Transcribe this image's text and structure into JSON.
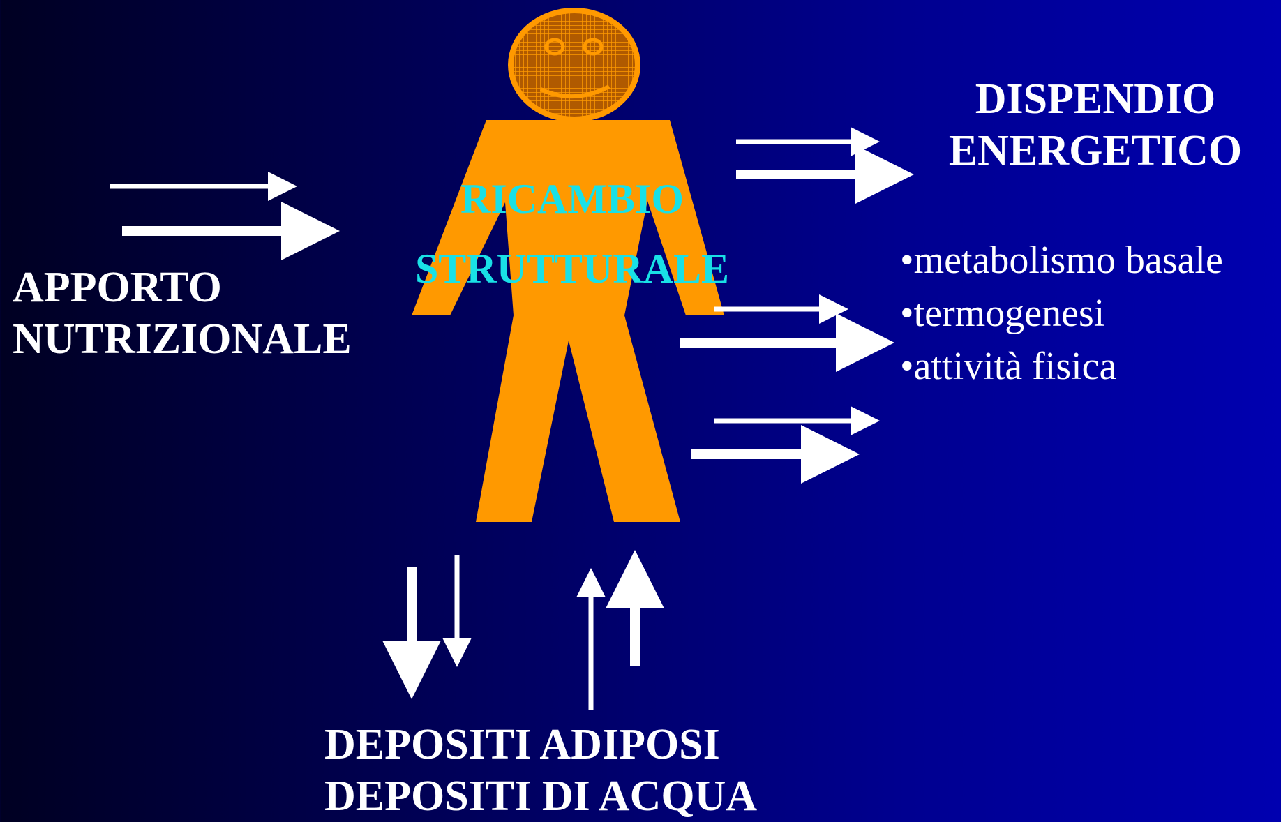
{
  "labels": {
    "input_line1": "APPORTO",
    "input_line2": "NUTRIZIONALE",
    "output_line1": "DISPENDIO",
    "output_line2": "ENERGETICO",
    "center_line1": "RICAMBIO",
    "center_line2": "STRUTTURALE",
    "storage_line1": "DEPOSITI ADIPOSI",
    "storage_line2": "DEPOSITI DI ACQUA"
  },
  "expenditure_items": [
    "•metabolismo basale",
    "•termogenesi",
    "•attività fisica"
  ],
  "colors": {
    "figure": "#ff9900",
    "head_outline": "#ff9900",
    "center_text": "#19e0e6",
    "arrows": "#ffffff",
    "background": "#000080"
  }
}
